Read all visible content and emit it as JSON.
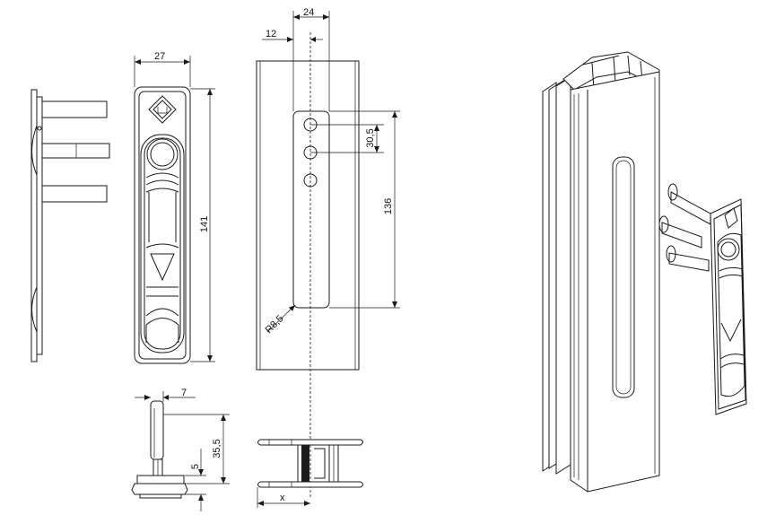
{
  "dimensions": {
    "handle_width": "27",
    "handle_height": "141",
    "offset_12": "12",
    "offset_24": "24",
    "hole_pitch": "30,5",
    "cutout_height": "136",
    "radius": "R8,5",
    "side_7": "7",
    "side_35_5": "35,5",
    "side_5": "5",
    "profile_x": "x"
  },
  "colors": {
    "line": "#1a1a1a",
    "background": "#ffffff"
  },
  "icons": {
    "logo": "cube-logo-icon"
  }
}
